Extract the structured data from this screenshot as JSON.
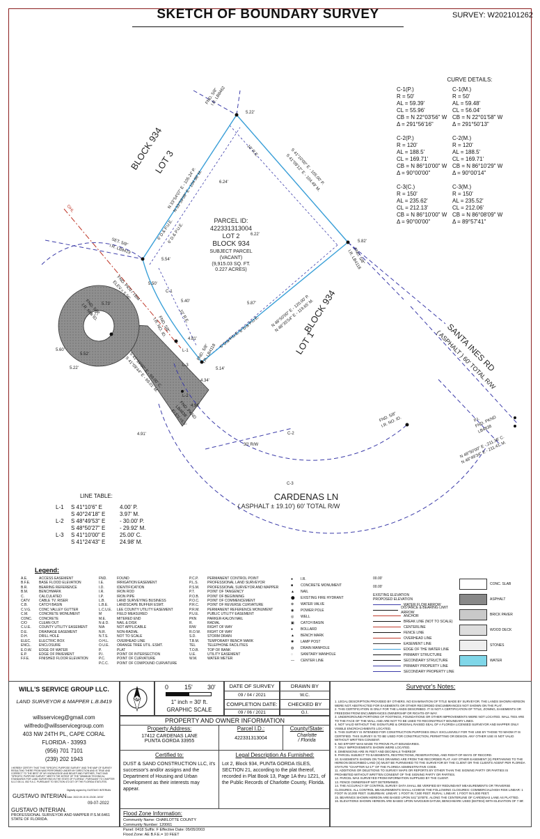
{
  "header": {
    "title": "SKETCH OF BOUNDARY SURVEY",
    "survey_number": "SURVEY: W202101262"
  },
  "drawing": {
    "lot3": "LOT 3",
    "block934a": "BLOCK 934",
    "lot1": "LOT 1",
    "block934b": "BLOCK 934",
    "parcel_id_label": "PARCEL ID:",
    "parcel_id": "422331313004",
    "lot2": "LOT 2",
    "block934c": "BLOCK 934",
    "subject": "SUBJECT PARCEL",
    "vacant": "(VACANT)",
    "area": "(9,915.03 SQ. FT.",
    "acres": "0.227 ACRES)",
    "road1_name": "SANTA INES RD",
    "road1_desc": "( ASPHALT ) 60' TOTAL R/W",
    "road2_name": "CARDENAS LN",
    "road2_desc": "( ASPHALT ± 19.10') 60' TOTAL R/W",
    "ohl": "OHL",
    "rw30": "30' R/W",
    "re10a": "10' R.E.",
    "re10b": "10' R.E.",
    "pue1": "6' D.& P.U.E.",
    "pue2": "6' D.& P.U.E.",
    "pue3": "6' D.& P.U.E.",
    "pue4": "6' D.& P.U.E.",
    "bear_n_a": "N 33°54'07\" E - 105.24' P.",
    "bear_n_b": "N 33°59'09\" E - 104.98' M.",
    "bear_e_a": "S 41°10'00\" E - 105.00' P.",
    "bear_e_b": "S 41°09'12\" E - 104.49' M.",
    "bear_s_a": "N 48°50'00\" E - 120.00' P.",
    "bear_s_b": "N 48°35'54\" E - 119.65' M.",
    "bear_w_a": "S 41°10'00\" E - 69.00' C.",
    "bear_w_b": "S 41°09'44\" E - 69.01' M.",
    "bear_se_a": "N 48°50'00\" E - 211.36' C.",
    "bear_se_b": "N 48°49'34\" E - 211.41' M.",
    "fnd_top": "FND. 5/8\"",
    "fnd_top2": "I.R. LB8462",
    "set": "SET. 5/8\"",
    "set2": "I.R. LB8419",
    "fnd_right": "FND. 5/8\"",
    "fnd_right2": "I.R. LB4118",
    "fnd_pkn": "FND. PKN / TBM",
    "fnd_pkn2": "ELEV.= 5.56'",
    "fnd_c1": "FND. 5/8\"",
    "fnd_c2": "I.R. NO. ID.",
    "fnd_c3": "FND. 5/8\"",
    "fnd_c4": "I.R. NO. ID.",
    "fnd_lb": "FND. 5/8\"",
    "fnd_lb2": "I.R. LB4118",
    "fnd_pk": "FND. PKND",
    "fnd_pk2": "LB4838",
    "fnd_pk3": "ELEV.=5.5'",
    "fnd_nid": "FND. 5/8\"",
    "fnd_nid2": "I.R. NO. ID.",
    "pi": "P.I.",
    "pi2": "FND. PKND",
    "pi3": "LB4838",
    "c1": "C-1",
    "c2": "C-2",
    "c3": "C-3",
    "l1": "L-1",
    "l2": "L-2",
    "l3": "L-3",
    "d1": "5.22'",
    "d2": "6.24'",
    "d3": "6.22'",
    "d4": "5.82'",
    "d5": "5.54'",
    "d6": "5.50'",
    "d7": "5.40'",
    "d8": "5.73'",
    "d9": "5.77'",
    "d10": "5.87'",
    "d11": "4.81'",
    "d12": "5.60'",
    "d13": "5.52'",
    "d14": "5.22'",
    "d15": "5.14'",
    "d16": "4.34'",
    "d17": "4.96'",
    "d18": "4.91'"
  },
  "curve_details": {
    "title": "CURVE DETAILS:",
    "rows": [
      [
        "C-1(P.)",
        "C-1(M.)"
      ],
      [
        "R = 50'",
        "R = 50'"
      ],
      [
        "AL = 59.39'",
        "AL = 59.48'"
      ],
      [
        "CL = 55.96'",
        "CL = 56.04'"
      ],
      [
        "CB = N 22°03'56\" W",
        "CB = N 22°01'58\" W"
      ],
      [
        "Δ = 291°56'16\"",
        "Δ = 291°50'13\""
      ],
      [
        "C-2(P.)",
        "C-2(M.)"
      ],
      [
        "R = 120'",
        "R = 120'"
      ],
      [
        "AL = 188.5'",
        "AL = 188.5'"
      ],
      [
        "CL = 169.71'",
        "CL = 169.71'"
      ],
      [
        "CB = N 86°10'00\" W",
        "CB = N 86°10'29\" W"
      ],
      [
        "Δ = 90°00'00\"",
        "Δ = 90°00'14\""
      ],
      [
        "C-3(C.)",
        "C-3(M.)"
      ],
      [
        "R = 150'",
        "R = 150'"
      ],
      [
        "AL = 235.62'",
        "AL = 235.52'"
      ],
      [
        "CL = 212.13'",
        "CL = 212.06'"
      ],
      [
        "CB = N 86°10'00\" W",
        "CB = N 86°08'09\" W"
      ],
      [
        "Δ = 90°00'00\"",
        "Δ = 89°57'41\""
      ]
    ]
  },
  "line_table": {
    "title": "LINE TABLE:",
    "rows": [
      [
        "L-1",
        "S 41°10'6\" E",
        "4.00' P."
      ],
      [
        "",
        "S 40°24'18\" E",
        "3.97' M."
      ],
      [
        "L-2",
        "S 48°49'53\" E",
        "- 30.00' P."
      ],
      [
        "",
        "S 48°50'27\" E",
        "- 29.92' M."
      ],
      [
        "L-3",
        "S 41°10'00\" E",
        "25.00' C."
      ],
      [
        "",
        "S 41°24'43\" E",
        "24.98' M."
      ]
    ]
  },
  "legend": {
    "title": "Legend:",
    "col1": [
      [
        "A.E.",
        "ACCESS EASEMENT"
      ],
      [
        "B.F.E.",
        "BASE FLOOD ELEVATION"
      ],
      [
        "B.R.",
        "BEARING REFERENCE"
      ],
      [
        "B.M.",
        "BENCHMARK"
      ],
      [
        "C.",
        "CALCULATED"
      ],
      [
        "CATV",
        "CABLE TV. RISER"
      ],
      [
        "C.B.",
        "CATCH BASIN"
      ],
      [
        "C.V.G.",
        "CONC VALLEY GUTTER"
      ],
      [
        "C.M.",
        "CONCRETE MONUMENT"
      ],
      [
        "CONC.",
        "CONCRETE"
      ],
      [
        "C/O",
        "CLEAN OUT"
      ],
      [
        "C.U.E.",
        "COUNTY UTILITY EASEMENT"
      ],
      [
        "D.E.",
        "DRAINAGE EASEMENT"
      ],
      [
        "D.H.",
        "DRILL HOLE"
      ],
      [
        "ELEC.",
        "ELECTRIC BOX"
      ],
      [
        "ENCL.",
        "ENCLOSURE"
      ],
      [
        "E.O.W.",
        "EDGE OF WATER"
      ],
      [
        "E.P.",
        "EDGE OF PAVEMENT"
      ],
      [
        "F.F.E.",
        "FINISHED FLOOR ELEVATION"
      ]
    ],
    "col2": [
      [
        "FND.",
        "FOUND"
      ],
      [
        "I.E.",
        "IRRIGATION EASEMENT"
      ],
      [
        "I.D.",
        "IDENTIFICATION"
      ],
      [
        "I.R.",
        "IRON ROD"
      ],
      [
        "I.P.",
        "IRON PIPE"
      ],
      [
        "L.B.",
        "LAND SURVEYING BUSINESS"
      ],
      [
        "L.B.E.",
        "LANDSCAPE BUFFER ESMT."
      ],
      [
        "L.C.U.E.",
        "LEE COUNTY UTILITY EASEMENT"
      ],
      [
        "M",
        "FIELD MEASURED"
      ],
      [
        "M.E.",
        "MITERED END"
      ],
      [
        "N & D.",
        "NAIL & DISK"
      ],
      [
        "N/A",
        "NOT APPLICABLE"
      ],
      [
        "N.R.",
        "NON-RADIAL"
      ],
      [
        "N.T.S.",
        "NOT TO SCALE"
      ],
      [
        "O.H.L.",
        "OVERHEAD LINE"
      ],
      [
        "O.U.E.",
        "ORANGE TREE UTIL. ESMT."
      ],
      [
        "P.",
        "PLAT"
      ],
      [
        "P.I.",
        "POINT OF INTERSECTION"
      ],
      [
        "P.C.",
        "POINT OF CURVATURE"
      ],
      [
        "P.C.C.",
        "POINT OF COMPOUND CURVATURE"
      ]
    ],
    "col3": [
      [
        "P.C.P.",
        "PERMANENT CONTROL POINT"
      ],
      [
        "P.L.S.",
        "PROFESSIONAL LAND SURVEYOR"
      ],
      [
        "P.S.M.",
        "PROFESSIONAL SURVEYOR AND MAPPER"
      ],
      [
        "P.T.",
        "POINT OF TANGENCY"
      ],
      [
        "P.O.B.",
        "POINT OF BEGINNING"
      ],
      [
        "P.O.C.",
        "POINT OF COMMENCEMENT"
      ],
      [
        "P.R.C.",
        "POINT OF REVERSE CURVATURE"
      ],
      [
        "P.R.M.",
        "PERMANENT REFERENCE MONUMENT"
      ],
      [
        "P.U.E.",
        "PUBLIC UTILITY EASEMENT"
      ],
      [
        "PKN",
        "PARKER-KALON NAIL"
      ],
      [
        "R.",
        "RADIAL"
      ],
      [
        "R/W",
        "RIGHT OF WAY"
      ],
      [
        "R.O.W.",
        "RIGHT OF WAY"
      ],
      [
        "S.D.",
        "STORM DRAIN"
      ],
      [
        "T.B.M.",
        "TEMPORARY BENCH MARK"
      ],
      [
        "TEL",
        "TELEPHONE FACILITIES"
      ],
      [
        "T.O.B.",
        "TOP OF BANK"
      ],
      [
        "U.E.",
        "UTILITY EASEMENT"
      ],
      [
        "W.M.",
        "WATER METER"
      ]
    ],
    "col4": [
      "I.R.",
      "CONCRETE MONUMENT",
      "NAIL",
      "EXISTING FIRE HYDRANT",
      "WATER VALVE",
      "POWER POLE",
      "WELL",
      "CATCH BASIN",
      "BOLLARD",
      "BENCH MARK",
      "LAMP POST",
      "DRAIN MANHOLE",
      "SANITARY MANHOLE",
      "CENTER LINE"
    ],
    "elev_sample": "00.00'",
    "elev_sample2": "00.00'",
    "col5": [
      "EXISTING ELEVATION",
      "PROPOSED ELEVATION",
      "WATER FLOW ARROW",
      "DISTANCE & BEARING LIMIT ARROW",
      "ANCHOR",
      "BREAK LINE (NOT TO SCALE)",
      "CENTERLINE",
      "FENCE LINE",
      "OVERHEAD LINE",
      "EASEMENT LINE",
      "EDGE OF THE WATER LINE",
      "PRIMARY STRUCTURE",
      "SECONDARY STRUCTURE",
      "PRIMARY PROPERTY LINE",
      "SECONDARY PROPERTY LINE"
    ],
    "col6": [
      "CONC. SLAB",
      "ASPHALT",
      "BRICK PAVER",
      "WOOD DECK",
      "STONES",
      "WATER"
    ]
  },
  "company": {
    "name": "WILL'S SERVICE GROUP LLC.",
    "sub": "LAND SURVEYOR & MAPPER L.B.8419",
    "email1": "willsserviceg@gmail.com",
    "email2": "wilfredo@willsservicegroup.com",
    "addr": "403 NW 24TH PL, CAPE CORAL",
    "addr2": "FLORIDA - 33993",
    "phone1": "(956) 701 7101",
    "phone2": "(239) 202 1943",
    "certify": "I HEREBY CERTIFY THAT THIS \"SPECIFIC PURPOSE SURVEY\" AND THE MAP OF SURVEY RESULTING THERE FROM WAS PERFORMED UNDER MY DIRECTION AND IS TRUE AND CORRECT TO THE BEST OF MY KNOWLEDGE AND BELIEF AND FURTHER, THAT SAID \"SPECIFIC PURPOSE SURVEY\" MEETS THE INTENT OF THE \"MINIMUM TECHNICAL STANDARDS FOR LAND SURVEYING IN THE STATE OF FLORIDA\", PURSUANT TO CHAPTER 5J-17.051 & .052 F.A.C. PURSUANT TO SECTION 472.027 OF THE FLORIDA STATUTES.",
    "sig_name": "GUSTAVO INTERIAN",
    "digital": "Digitally signed by GUSTAVO INTERIAN",
    "digital2": "Date: 2022.09.15 01:23:08 -04'00'",
    "sig_date": "09-07-2022",
    "surveyor": "GUSTAVO INTERIAN.",
    "surveyor2": "PROFESSIONAL SURVEYOR AND MAPPER P.S.M.6461",
    "surveyor3": "STATE OF FLORIDA."
  },
  "scale": {
    "s0": "0",
    "s15": "15'",
    "s30": "30'",
    "ratio": "1\" inch = 30' ft.",
    "label": "GRAPHIC SCALE",
    "north": "N"
  },
  "dates": {
    "survey_label": "DATE OF SURVEY",
    "survey": "09 / 04 / 2021",
    "completion_label": "COMPLETION DATE:",
    "completion": "09 / 06 / 2021",
    "drawn_label": "DRAWN BY",
    "drawn": "W.C.",
    "checked_label": "CHECKED BY",
    "checked": "G.I."
  },
  "property": {
    "section_title": "PROPERTY AND OWNER INFORMATION",
    "addr_label": "Property Address:",
    "addr1": "17412 CARDENAS LANE",
    "addr2": "PUNTA GORDA 33955",
    "parcel_label": "Parcel I.D.:",
    "parcel": "422331313004",
    "county_label": "County/State:",
    "county": "Charlotte",
    "state": "/ Florida",
    "cert_label": "Certified to:",
    "cert_text": "DUST & SAND CONSTRUCTION LLC, it's successor's and/or assigns and the Department of Housing and Urban Development as their interests may appear.",
    "legal_label": "Legal Description As Furnished:",
    "legal_text": "Lot 2, Block 934, PUNTA GORDA ISLES, SECTION 21, according to the plat thereof, recorded in Plat Book 13, Page 1A thru 1Z21, of the Public Records of Charlotte County, Florida.",
    "flood_label": "Flood Zone Information:",
    "flood1": "Community Name: CHARLOTTE COUNTY",
    "flood2": "Community Number: 120061",
    "flood3": "Panel: 0418     Suffix: F     Effective Date: 05/05/2003",
    "flood4": "Flood Zone: AE     B.F.E.= 10 FEET"
  },
  "notes": {
    "title": "Surveyor's Notes:",
    "items": [
      "1. LEGAL DESCRIPTION PROVIDED BY OTHERS. NO EXAMINATION OF TITLE MADE BY SURVEYOR. THE LANDS SHOWN HEREON WERE NOT ABSTRACTED FOR EASEMENTS OR OTHER RECORDED ENCUMBRANCES NOT SHOWN ON THE PLAT.",
      "2. THIS CERTIFICATION IS ONLY FOR THE LANDS DESCRIBED. IT IS NOT A CERTIFICATION OF TITLE, ZONING, EASEMENTS OR FREEDOM FROM ENCUMBRANCES.OWNERSHIP OR RIGHTS-OF-WAY.",
      "3. UNDERGROUND PORTIONS OF FOOTINGS, FOUNDATIONS OR OTHER IMPROVEMENTS WERE NOT LOCATED. WALL TIES ARE TO THE FACE OF THE WALL AND ARE NOT TO BE USED TO RECONSTRUCT BOUNDARY LINES.",
      "4. NOT VALID WITHOUT THE SIGNATURE & ORIGINAL RAISED SEAL OF A FLORIDA LICENSED SURVEYOR AND MAPPER ONLY VISIBLE ENCROACHMENTS LOCATED.",
      "5. THIS SURVEY IS INTENDED FOR CONSTRUCTION PURPOSES ONLY. EXCLUSIVELY FOR THE USE BY THOSE TO WHOM IT IS CERTIFIED. THIS SURVEY IS TO BE USED FOR CONSTRUCTION, PERMITTING OR DESIGN. ANY OTHER USE IS NOT VALID WITHOUT WRITTEN CONSENT.",
      "6. NO EFFORT WAS MADE TO PROVE PLAT BOUNDARIES.",
      "7. ONLY IMPROVEMENTS SHOWN WERE LOCATED.",
      "8. DIMENSIONS ARE IN FEET AND DECIMALS THEREOF.",
      "9. PARCEL SUBJECT TO EASEMENTS, RESTRICTIONS, RESERVATIONS, AND RIGHT-OF-WAYS OF RECORD.",
      "10. EASEMENTS SHOWN ON THIS DRAWING ARE FROM THE RECORDED PLAT. ANY OTHER EASEMENT (S) PERTAINING TO THE HEREON DESCRIBED LAND (S) MUST BE FURNISHED TO THE SURVEYOR BY THE CLIENT OR THE CLIENTS AGENT PER FLORIDA STATUTE \"CHAPTER 5J-17\" OF THE FLORIDA ADMINISTRATIVE CODE.",
      "11. ADDITIONS OR DELETIONS TO SURVEY MAPS OR REPORTS BY OTHER THAN THE SIGNING PARTY OR PARTIES IS PROHIBITED WITHOUT WRITTEN CONSENT OF THE SIGNING PARTY OR PARTIES.",
      "12. PARCEL WAS SURVEYED FROM INFORMATION SUPPLIED BY THE CLIENT.",
      "13. FENCE OWNERSHIP NOT DETERMINED.",
      "14. THE ACCURACY OF CONTROL SURVEY DATA SHALL BE VERIFIED BY REDUNDANT MEASUREMENTS OR TRAVERSE CLOSURES. ALL CONTROL MEASUREMENTS SHALL ACHIEVE THE FOLLOWING CLOSURES: COMMERCIAL/HIGH RISK LINEAR: 1 FOOT IN 10,000 FEET. SUBURBAN: LINEAR: 1 FOOT IN 7,500 FEET. RURAL: LINEAR: 1 FOOT IN 5,000 FEET.",
      "15. BEARINGS SHOWN HEREON ARE BASED UPON S41°10'00\"E. ALONG THE CENTERLINE OF CARDENAS LANE AS PLATTED.",
      "16. ELEVATIONS SHOWN HEREON ARE BASED UPON NAVD1929 DATUM, BENCHMARK USED (BST004) WITH ELEVATION OF 7.99'."
    ]
  }
}
